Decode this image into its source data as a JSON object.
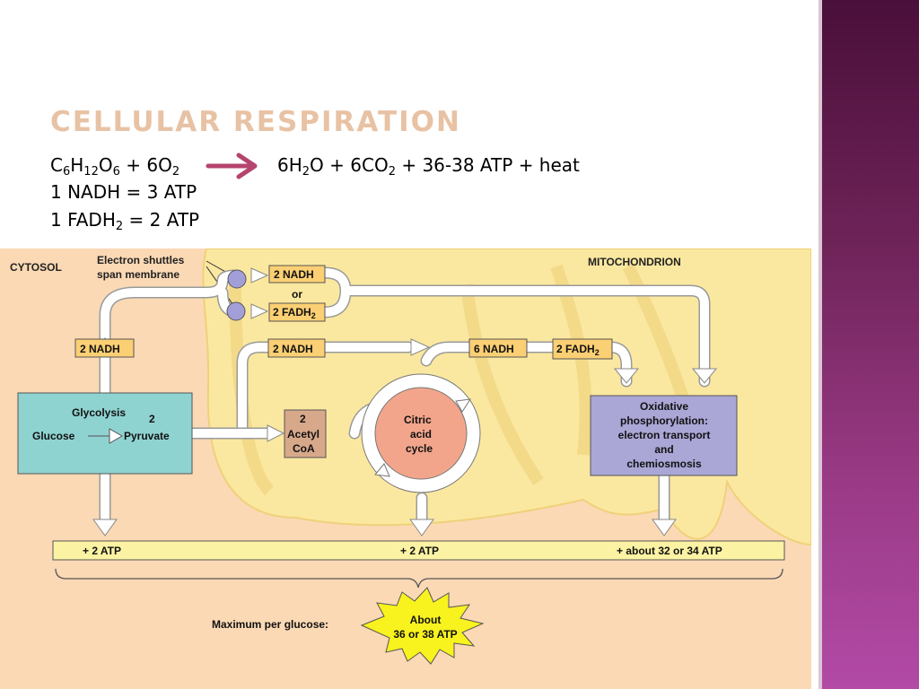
{
  "slide": {
    "title": "Cellular Respiration",
    "equation": {
      "reactants": {
        "c": "C",
        "c_sub": "6",
        "h": "H",
        "h_sub": "12",
        "o": "O",
        "o_sub": "6",
        "plus": " + 6O",
        "o2_sub": "2"
      },
      "products": {
        "h2o": "6H",
        "h2o_sub": "2",
        "h2o_rest": "O + 6CO",
        "co2_sub": "2",
        "rest": " + 36-38 ATP + heat"
      }
    },
    "nadh_line": "1 NADH = 3 ATP",
    "fadh_line": {
      "pre": "1 FADH",
      "sub": "2",
      "post": " = 2 ATP"
    },
    "accent_color": "#b5446e"
  },
  "diagram": {
    "cytosol_label": "CYTOSOL",
    "mito_label": "MITOCHONDRION",
    "shuttle_label": [
      "Electron shuttles",
      "span membrane"
    ],
    "shuttle_nadh": "2 NADH",
    "shuttle_or": "or",
    "shuttle_fadh": "2 FADH",
    "shuttle_fadh_sub": "2",
    "glycolysis_nadh": "2 NADH",
    "pyruvate_nadh": "2 NADH",
    "citric_nadh": "6 NADH",
    "citric_fadh": "2 FADH",
    "citric_fadh_sub": "2",
    "glycolysis": {
      "title": "Glycolysis",
      "glucose": "Glucose",
      "two": "2",
      "pyruvate": "Pyruvate"
    },
    "acetyl": [
      "2",
      "Acetyl",
      "CoA"
    ],
    "citric": [
      "Citric",
      "acid",
      "cycle"
    ],
    "oxphos": [
      "Oxidative",
      "phosphorylation:",
      "electron transport",
      "and",
      "chemiosmosis"
    ],
    "atp": {
      "glycolysis": "+ 2 ATP",
      "citric": "+ 2 ATP",
      "oxphos": "+ about 32 or 34  ATP"
    },
    "max_label": "Maximum per glucose:",
    "burst": [
      "About",
      "36 or 38 ATP"
    ],
    "colors": {
      "background": "#fbd9b5",
      "mitochondrion": "#fbe8a0",
      "glycolysis_box": "#8fd3d1",
      "acetyl_box": "#d7a88a",
      "citric_circle": "#f2a58b",
      "oxphos_box": "#aaa6d6",
      "label_box": "#fbcf73",
      "atp_bar": "#fbf2a3",
      "burst": "#f8f21e",
      "shuttle": "#a29fd8"
    }
  }
}
